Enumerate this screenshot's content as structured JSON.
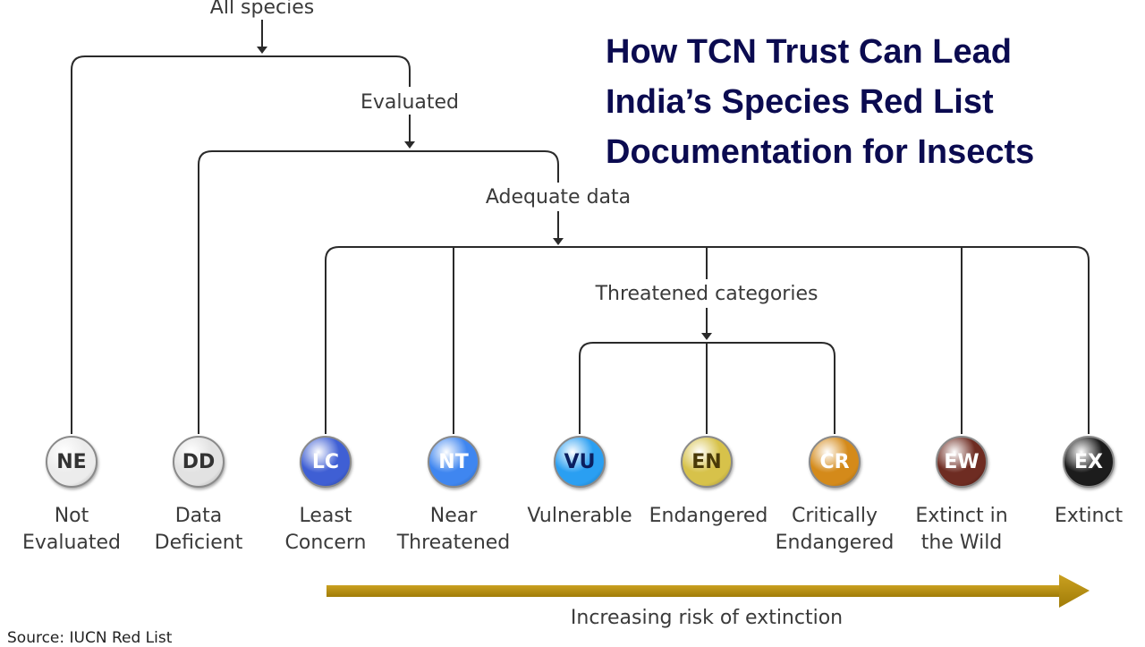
{
  "headline": {
    "lines": [
      "How TCN Trust Can Lead",
      "India’s Species Red List",
      "Documentation for Insects"
    ],
    "color": "#0b0b50"
  },
  "tree": {
    "all_species": "All species",
    "evaluated": "Evaluated",
    "adequate_data": "Adequate data",
    "threatened_categories": "Threatened categories"
  },
  "categories": [
    {
      "code": "NE",
      "label_lines": [
        "Not",
        "Evaluated"
      ],
      "fill": "#ececec",
      "text_color": "#333333",
      "icon": "ne-badge-icon"
    },
    {
      "code": "DD",
      "label_lines": [
        "Data",
        "Deficient"
      ],
      "fill": "#e2e2e2",
      "text_color": "#333333",
      "icon": "dd-badge-icon"
    },
    {
      "code": "LC",
      "label_lines": [
        "Least",
        "Concern"
      ],
      "fill": "#3f5fd4",
      "text_color": "#ffffff",
      "icon": "lc-badge-icon"
    },
    {
      "code": "NT",
      "label_lines": [
        "Near",
        "Threatened"
      ],
      "fill": "#3f86f0",
      "text_color": "#ffffff",
      "icon": "nt-badge-icon"
    },
    {
      "code": "VU",
      "label_lines": [
        "Vulnerable"
      ],
      "fill": "#2a9ff2",
      "text_color": "#0b1f60",
      "icon": "vu-badge-icon"
    },
    {
      "code": "EN",
      "label_lines": [
        "Endangered"
      ],
      "fill": "#d7c24a",
      "text_color": "#4a3a08",
      "icon": "en-badge-icon"
    },
    {
      "code": "CR",
      "label_lines": [
        "Critically",
        "Endangered"
      ],
      "fill": "#d48a1a",
      "text_color": "#ffffff",
      "icon": "cr-badge-icon"
    },
    {
      "code": "EW",
      "label_lines": [
        "Extinct in",
        "the Wild"
      ],
      "fill": "#6e2c22",
      "text_color": "#ffffff",
      "icon": "ew-badge-icon"
    },
    {
      "code": "EX",
      "label_lines": [
        "Extinct"
      ],
      "fill": "#1c1c1c",
      "text_color": "#ffffff",
      "icon": "ex-badge-icon"
    }
  ],
  "risk_arrow": {
    "label": "Increasing risk of extinction",
    "color": "#b8900c",
    "icon": "right-arrow-icon"
  },
  "source": "Source: IUCN Red List"
}
